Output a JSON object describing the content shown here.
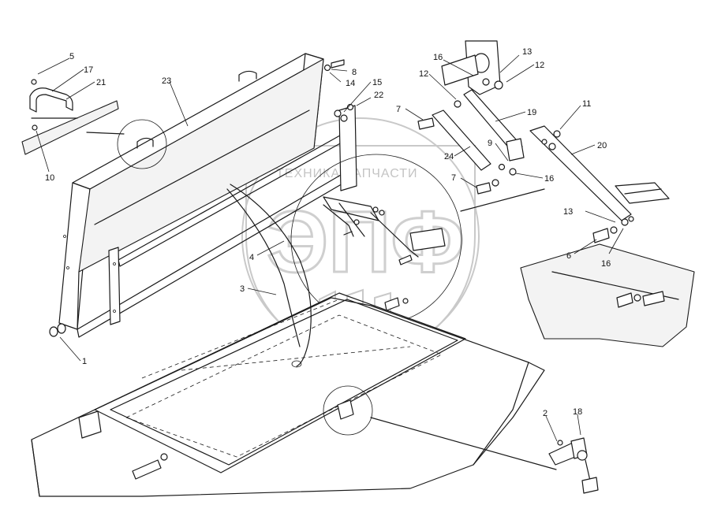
{
  "watermark": {
    "line_text": "ТЕХНИКА ЗАПЧАСТИ",
    "monogram": "ЭПФ"
  },
  "callouts": [
    {
      "id": "c5",
      "num": "5"
    },
    {
      "id": "c17",
      "num": "17"
    },
    {
      "id": "c21",
      "num": "21"
    },
    {
      "id": "c10",
      "num": "10"
    },
    {
      "id": "c23",
      "num": "23"
    },
    {
      "id": "c8",
      "num": "8"
    },
    {
      "id": "c14",
      "num": "14"
    },
    {
      "id": "c15",
      "num": "15"
    },
    {
      "id": "c22",
      "num": "22"
    },
    {
      "id": "c16a",
      "num": "16"
    },
    {
      "id": "c12a",
      "num": "12"
    },
    {
      "id": "c13a",
      "num": "13"
    },
    {
      "id": "c12b",
      "num": "12"
    },
    {
      "id": "c19",
      "num": "19"
    },
    {
      "id": "c7a",
      "num": "7"
    },
    {
      "id": "c11",
      "num": "11"
    },
    {
      "id": "c9",
      "num": "9"
    },
    {
      "id": "c20",
      "num": "20"
    },
    {
      "id": "c24",
      "num": "24"
    },
    {
      "id": "c7b",
      "num": "7"
    },
    {
      "id": "c16b",
      "num": "16"
    },
    {
      "id": "c13b",
      "num": "13"
    },
    {
      "id": "c6",
      "num": "6"
    },
    {
      "id": "c16c",
      "num": "16"
    },
    {
      "id": "c4",
      "num": "4"
    },
    {
      "id": "c3",
      "num": "3"
    },
    {
      "id": "c1",
      "num": "1"
    },
    {
      "id": "c2",
      "num": "2"
    },
    {
      "id": "c18",
      "num": "18"
    }
  ]
}
